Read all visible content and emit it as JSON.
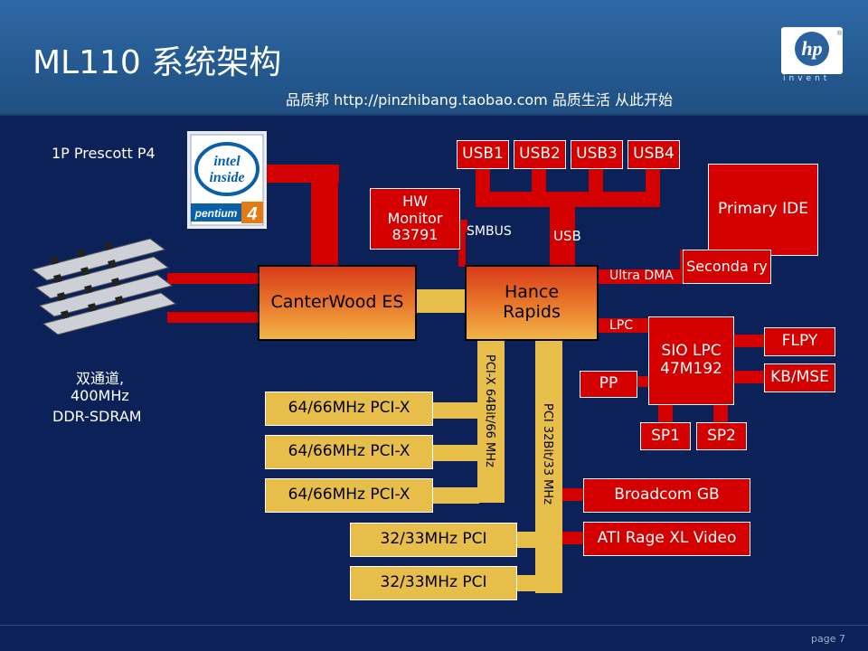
{
  "header": {
    "title": "ML110 系统架构",
    "subtitle": "品质邦 http://pinzhibang.taobao.com 品质生活 从此开始",
    "logo_text": "hp",
    "logo_tagline": "invent"
  },
  "cpu": {
    "label": "1P Prescott P4",
    "badge_line1": "intel",
    "badge_line2": "inside",
    "badge_brand": "pentium",
    "badge_number": "4"
  },
  "memory": {
    "line1": "双通道,",
    "line2": "400MHz",
    "line3": "DDR-SDRAM"
  },
  "chips": {
    "north": "CanterWood ES",
    "south_line1": "Hance",
    "south_line2": "Rapids"
  },
  "hw_monitor": {
    "line1": "HW",
    "line2": "Monitor",
    "line3": "83791"
  },
  "usb_ports": [
    "USB1",
    "USB2",
    "USB3",
    "USB4"
  ],
  "labels": {
    "smbus": "SMBUS",
    "usb": "USB",
    "ultra_dma": "Ultra DMA",
    "lpc": "LPC"
  },
  "ide": {
    "primary": "Primary IDE",
    "secondary": "Seconda ry"
  },
  "sio": {
    "line1": "SIO LPC",
    "line2": "47M192"
  },
  "sio_devices": {
    "flpy": "FLPY",
    "kbmse": "KB/MSE",
    "pp": "PP",
    "sp1": "SP1",
    "sp2": "SP2"
  },
  "pcix_bus": "PCI-X 64Bit/66 MHz",
  "pci_bus": "PCI 32Bit/33 MHz",
  "pcix_slots": [
    "64/66MHz PCI-X",
    "64/66MHz PCI-X",
    "64/66MHz PCI-X"
  ],
  "pci_slots": [
    "32/33MHz PCI",
    "32/33MHz PCI"
  ],
  "pci_devices": [
    "Broadcom GB",
    "ATI Rage XL Video"
  ],
  "footer": {
    "page": "page 7"
  },
  "colors": {
    "background": "#0c2157",
    "wire": "#d40000",
    "bus": "#e8be4a",
    "header": "#2a629d"
  }
}
